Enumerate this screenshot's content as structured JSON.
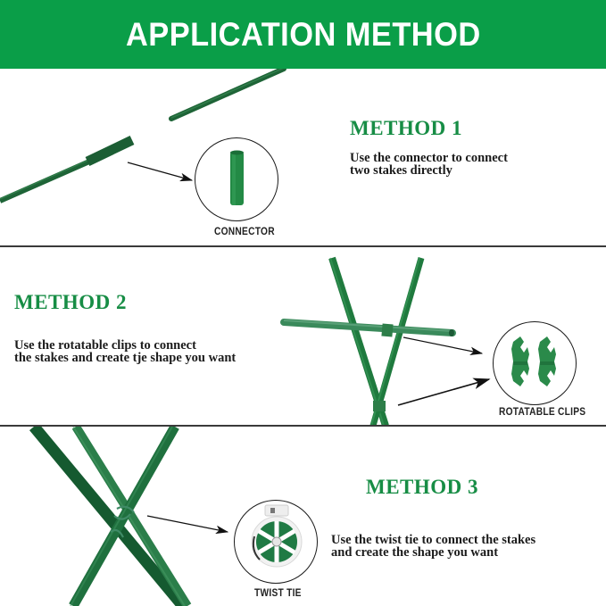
{
  "header": {
    "title": "APPLICATION METHOD",
    "background_color": "#0a9e48",
    "text_color": "#ffffff"
  },
  "methods": [
    {
      "title": "METHOD 1",
      "description": "Use the connector to connect\ntwo stakes directly",
      "callout": {
        "label": "CONNECTOR",
        "icon": "connector-tube-icon"
      }
    },
    {
      "title": "METHOD 2",
      "description": "Use the rotatable clips to connect\nthe stakes and create tje shape you want",
      "callout": {
        "label": "ROTATABLE CLIPS",
        "icon": "rotatable-clips-icon"
      }
    },
    {
      "title": "METHOD 3",
      "description": "Use the twist tie to connect the stakes\nand create the shape you want",
      "callout": {
        "label": "TWIST TIE",
        "icon": "twist-tie-reel-icon"
      }
    }
  ],
  "colors": {
    "method_title": "#178d45",
    "stake_green": "#1f6b3a",
    "stake_light": "#2e8a4e",
    "divider": "#3a3a3a"
  }
}
